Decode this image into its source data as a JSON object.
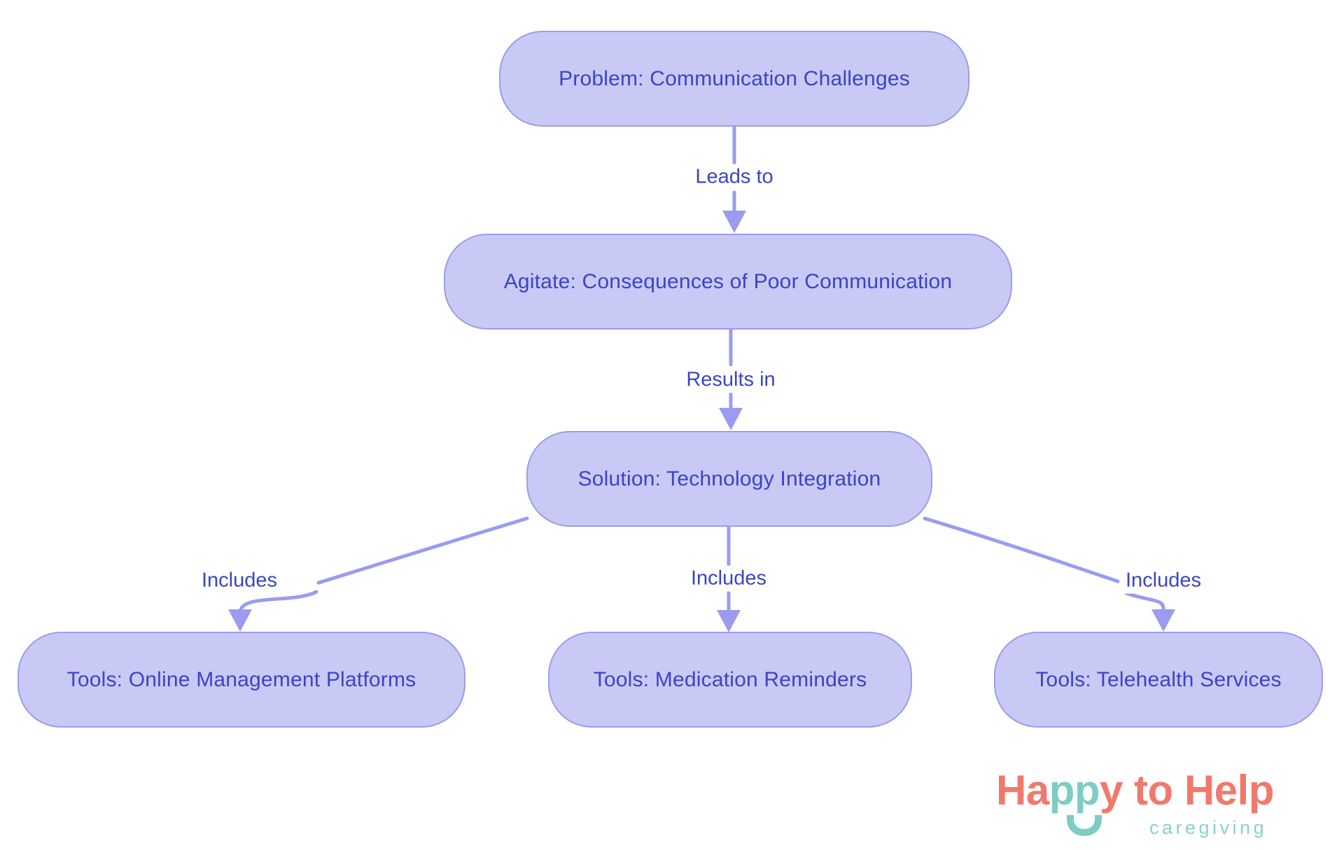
{
  "colors": {
    "node_fill": "#c9c9f6",
    "node_border": "#9d9ce9",
    "node_text": "#3b44c5",
    "edge_line": "#9b9bef",
    "edge_label_text": "#3b44c5",
    "logo_coral": "#f1796c",
    "logo_teal": "#7ecdc5",
    "logo_tagline_teal": "#8ad1ca",
    "background": "#ffffff"
  },
  "diagram": {
    "type": "flowchart",
    "nodes": [
      {
        "id": "problem",
        "label": "Problem: Communication Challenges"
      },
      {
        "id": "agitate",
        "label": "Agitate: Consequences of Poor Communication"
      },
      {
        "id": "solution",
        "label": "Solution: Technology Integration"
      },
      {
        "id": "tools-platforms",
        "label": "Tools: Online Management Platforms"
      },
      {
        "id": "tools-reminders",
        "label": "Tools: Medication Reminders"
      },
      {
        "id": "tools-telehealth",
        "label": "Tools: Telehealth Services"
      }
    ],
    "edges": [
      {
        "from": "problem",
        "to": "agitate",
        "label": "Leads to"
      },
      {
        "from": "agitate",
        "to": "solution",
        "label": "Results in"
      },
      {
        "from": "solution",
        "to": "tools-platforms",
        "label": "Includes"
      },
      {
        "from": "solution",
        "to": "tools-reminders",
        "label": "Includes"
      },
      {
        "from": "solution",
        "to": "tools-telehealth",
        "label": "Includes"
      }
    ]
  },
  "logo": {
    "wordmark_part_coral_1": "Ha",
    "wordmark_part_teal": "pp",
    "wordmark_part_coral_2": "y to Help",
    "tagline": "caregiving"
  }
}
